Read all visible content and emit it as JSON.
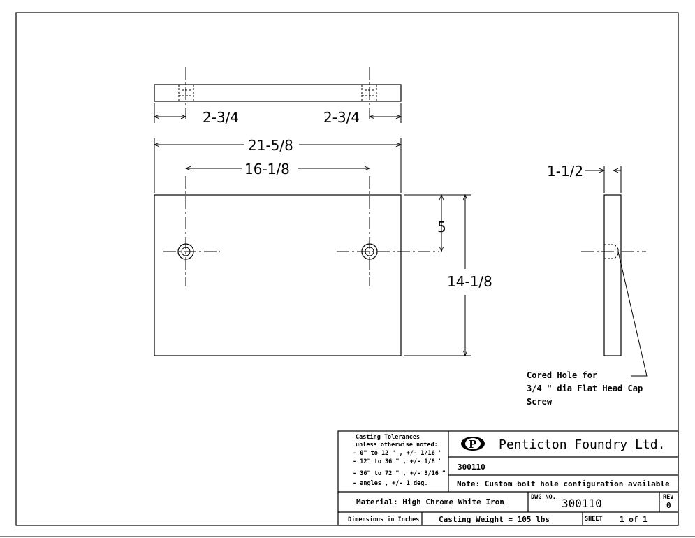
{
  "drawing": {
    "dimensions": {
      "left_edge_to_hole": "2-3/4",
      "right_edge_to_hole": "2-3/4",
      "overall_width": "21-5/8",
      "hole_spacing": "16-1/8",
      "thickness": "1-1/2",
      "hole_from_top": "5",
      "overall_height": "14-1/8"
    },
    "note_lines": [
      "Cored Hole for",
      "3/4 \" dia Flat Head Cap",
      "Screw"
    ]
  },
  "title_block": {
    "tolerances": [
      "Casting Tolerances",
      "unless otherwise noted:",
      "-   0\" to 12 \" , +/- 1/16 \"",
      "- 12\" to 36 \" , +/- 1/8 \"",
      "- 36\" to 72 \" , +/- 3/16 \"",
      "- angles      , +/- 1 deg."
    ],
    "company": "Penticton Foundry Ltd.",
    "logo_letter": "P",
    "part_number": "300110",
    "note": "Note: Custom bolt hole configuration available",
    "material": "Material: High Chrome White Iron",
    "dwg_no_label": "DWG NO.",
    "dwg_no": "300110",
    "rev_label": "REV",
    "rev": "0",
    "dimensions_unit": "Dimensions in Inches",
    "casting_weight": "Casting Weight = 105 lbs",
    "sheet_label": "SHEET",
    "sheet_value": "1 of 1"
  }
}
